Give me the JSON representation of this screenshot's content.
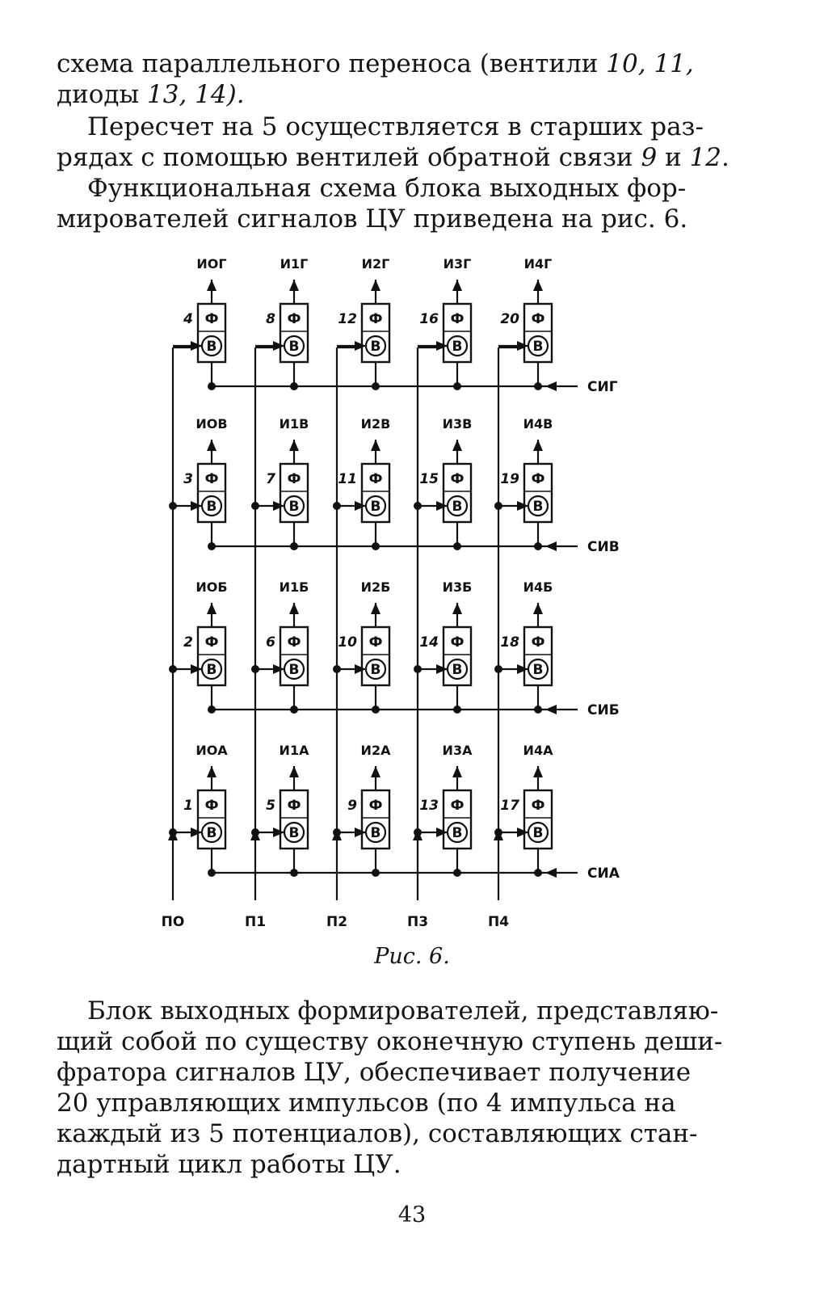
{
  "paragraphs": {
    "p1": {
      "line1_prefix": "схема параллельного переноса (вентили ",
      "line1_nums": "10, 11,",
      "line2_prefix": "диоды ",
      "line2_nums": "13, 14).",
      "line2_suffix": ""
    },
    "p2": {
      "line1": "Пересчет на 5 осуществляется в старших раз-",
      "line2_prefix": "рядах с помощью вентилей обратной связи ",
      "line2_num1": "9",
      "line2_mid": " и ",
      "line2_num2": "12",
      "line2_suffix": "."
    },
    "p3": {
      "line1": "Функциональная схема блока выходных фор-",
      "line2": "мирователей сигналов ЦУ приведена на рис. 6."
    },
    "p4": {
      "lines": [
        "Блок выходных формирователей, представляю-",
        "щий собой по существу оконечную ступень деши-",
        "фратора сигналов ЦУ, обеспечивает получение",
        "20 управляющих импульсов (по 4 импульса на",
        "каждый из 5 потенциалов), составляющих стан-",
        "дартный цикл работы ЦУ."
      ]
    }
  },
  "figure": {
    "block_top_glyph": "Ф",
    "block_bottom_glyph": "В",
    "rows": [
      {
        "signal": "СИГ",
        "outputs": [
          "ИОГ",
          "И1Г",
          "И2Г",
          "И3Г",
          "И4Г"
        ],
        "block_numbers": [
          "4",
          "8",
          "12",
          "16",
          "20"
        ]
      },
      {
        "signal": "СИВ",
        "outputs": [
          "ИОВ",
          "И1В",
          "И2В",
          "И3В",
          "И4В"
        ],
        "block_numbers": [
          "3",
          "7",
          "11",
          "15",
          "19"
        ]
      },
      {
        "signal": "СИБ",
        "outputs": [
          "ИОБ",
          "И1Б",
          "И2Б",
          "И3Б",
          "И4Б"
        ],
        "block_numbers": [
          "2",
          "6",
          "10",
          "14",
          "18"
        ]
      },
      {
        "signal": "СИА",
        "outputs": [
          "ИОА",
          "И1А",
          "И2А",
          "И3А",
          "И4А"
        ],
        "block_numbers": [
          "1",
          "5",
          "9",
          "13",
          "17"
        ]
      }
    ],
    "potentials": [
      "ПО",
      "П1",
      "П2",
      "П3",
      "П4"
    ],
    "caption": "Рис. 6."
  },
  "page_number": "43"
}
